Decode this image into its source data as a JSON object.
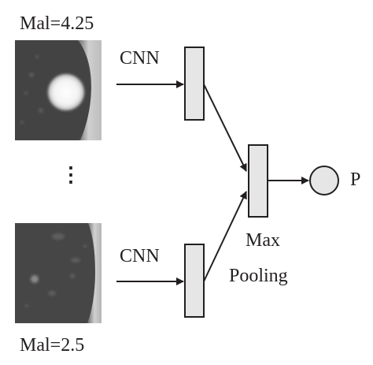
{
  "top_image": {
    "caption": "Mal=4.25"
  },
  "bottom_image": {
    "caption": "Mal=2.5"
  },
  "ellipsis": "⋮",
  "cnn_top_label": "CNN",
  "cnn_bottom_label": "CNN",
  "pool_label_line1": "Max",
  "pool_label_line2": "Pooling",
  "output_label": "P",
  "colors": {
    "stroke": "#231f20",
    "node_fill": "#e6e6e6",
    "scan_background": "#4a4a4a"
  }
}
